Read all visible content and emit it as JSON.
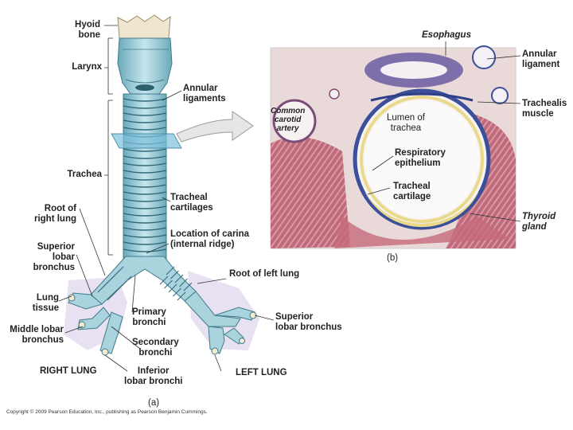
{
  "panel_a": {
    "caption": "(a)",
    "labels": {
      "hyoid": [
        "Hyoid",
        "bone"
      ],
      "larynx": "Larynx",
      "annular": [
        "Annular",
        "ligaments"
      ],
      "trachea": "Trachea",
      "tracheal_cart": [
        "Tracheal",
        "cartilages"
      ],
      "carina": [
        "Location of carina",
        "(internal ridge)"
      ],
      "root_right": [
        "Root of",
        "right lung"
      ],
      "superior_lobar_left": [
        "Superior",
        "lobar",
        "bronchus"
      ],
      "lung_tissue": [
        "Lung",
        "tissue"
      ],
      "middle_lobar": [
        "Middle lobar",
        "bronchus"
      ],
      "right_lung": "RIGHT LUNG",
      "primary": [
        "Primary",
        "bronchi"
      ],
      "secondary": [
        "Secondary",
        "bronchi"
      ],
      "inferior": [
        "Inferior",
        "lobar bronchi"
      ],
      "root_left": "Root of left lung",
      "superior_lobar_right": [
        "Superior",
        "lobar bronchus"
      ],
      "left_lung": "LEFT LUNG"
    }
  },
  "panel_b": {
    "caption": "(b)",
    "labels": {
      "esophagus": "Esophagus",
      "annular": [
        "Annular",
        "ligament"
      ],
      "carotid": [
        "Common",
        "carotid",
        "artery"
      ],
      "lumen": [
        "Lumen of",
        "trachea"
      ],
      "trachealis": [
        "Trachealis",
        "muscle"
      ],
      "resp_epi": [
        "Respiratory",
        "epithelium"
      ],
      "tracheal_cart": [
        "Tracheal",
        "cartilage"
      ],
      "thyroid": [
        "Thyroid",
        "gland"
      ]
    }
  },
  "copyright": "Copyright © 2009 Pearson Education, Inc., publishing as Pearson Benjamin Cummings.",
  "colors": {
    "cartilage_fill": "#a9d3dd",
    "cartilage_edge": "#3f7b8b",
    "histo_bg": "#e9dad9",
    "histo_muscle": "#b0485c",
    "histo_blue": "#3b4f9a",
    "cartilage_band": "#e9d98a"
  }
}
